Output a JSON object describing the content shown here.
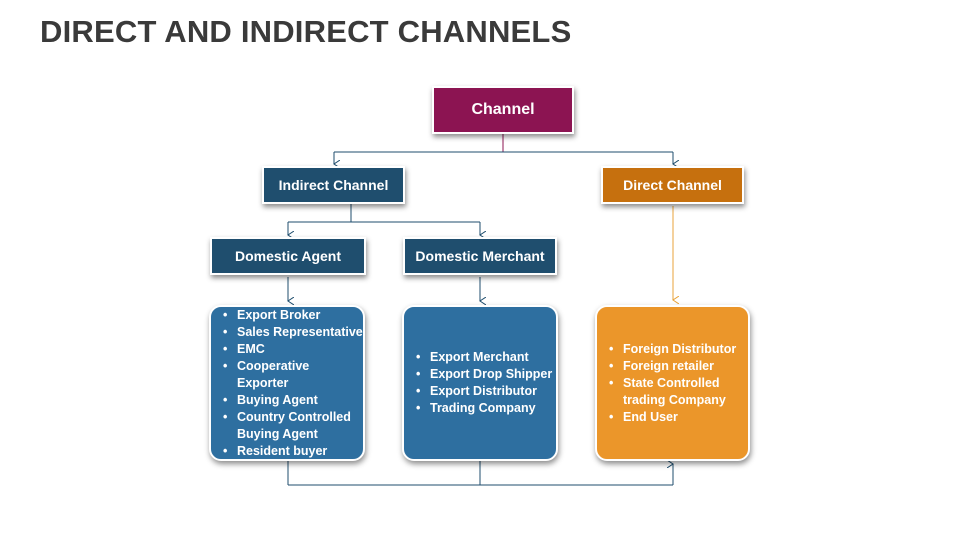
{
  "title": "DIRECT AND INDIRECT CHANNELS",
  "colors": {
    "channel": "#8c1452",
    "indirect": "#1f4e6e",
    "direct": "#c6700e",
    "list_blue": "#2e6fa0",
    "list_orange": "#eb962a",
    "connector_blue": "#1f4e6e",
    "connector_orange": "#e8a33b"
  },
  "nodes": {
    "channel": "Channel",
    "indirect": "Indirect Channel",
    "direct": "Direct Channel",
    "domestic_agent": "Domestic Agent",
    "domestic_merchant": "Domestic Merchant"
  },
  "lists": {
    "domestic_agent": [
      "Export Broker",
      "Sales Representative",
      "EMC",
      "Cooperative Exporter",
      "Buying Agent",
      "Country Controlled Buying Agent",
      "Resident buyer"
    ],
    "domestic_merchant": [
      "Export Merchant",
      "Export Drop Shipper",
      "Export Distributor",
      "Trading Company"
    ],
    "direct": [
      "Foreign Distributor",
      "Foreign retailer",
      "State Controlled trading Company",
      "End User"
    ]
  }
}
